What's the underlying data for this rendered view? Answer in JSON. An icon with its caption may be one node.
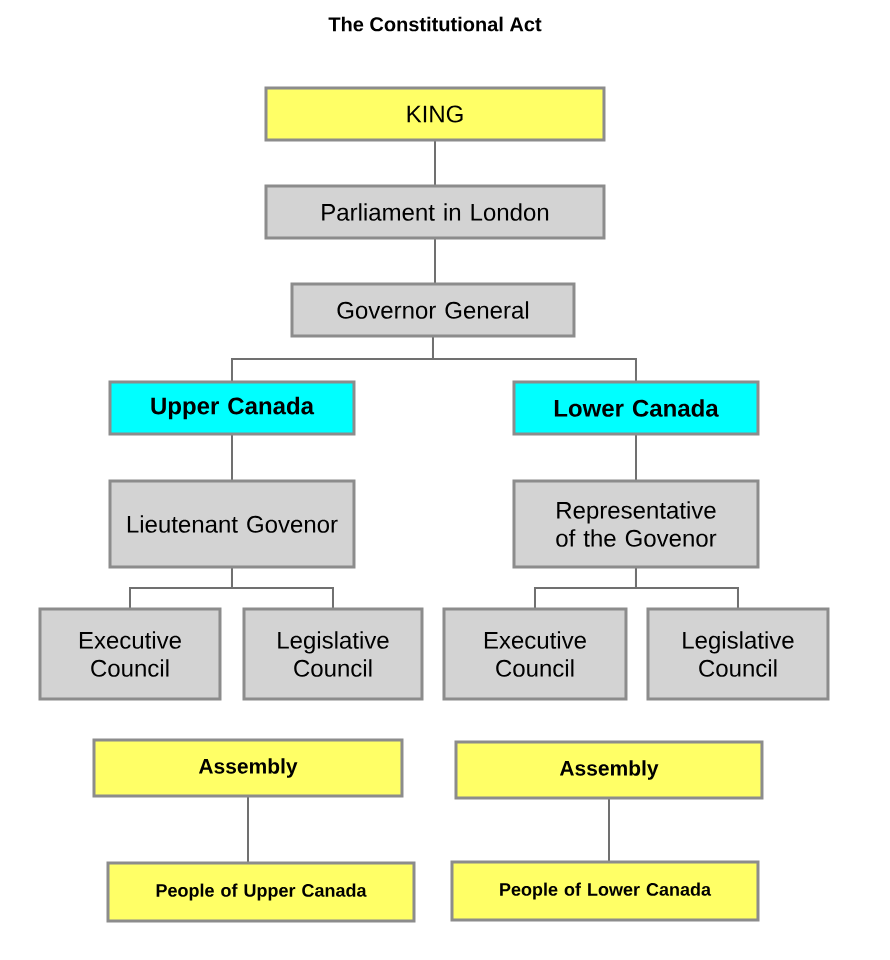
{
  "diagram": {
    "title": "The Constitutional Act",
    "nodes": [
      {
        "text": [
          "KING"
        ]
      },
      {
        "text": [
          "Parliament in London"
        ]
      },
      {
        "text": [
          "Governor General"
        ]
      },
      {
        "text": [
          "Upper Canada"
        ]
      },
      {
        "text": [
          "Lower Canada"
        ]
      },
      {
        "text": [
          "Lieutenant Govenor"
        ]
      },
      {
        "text": [
          "Representative of the Govenor"
        ]
      },
      {
        "text": [
          "Executive Council"
        ]
      },
      {
        "text": [
          "Legislative Council"
        ]
      },
      {
        "text": [
          "Executive Council"
        ]
      },
      {
        "text": [
          "Legislative Council"
        ]
      },
      {
        "text": [
          "Assembly"
        ]
      },
      {
        "text": [
          "People of Upper Canada"
        ]
      },
      {
        "text": [
          "Assembly"
        ]
      },
      {
        "text": [
          "People of Lower Canada"
        ]
      }
    ],
    "edges": [
      {
        "from": 0,
        "to": 1,
        "arrow": "none"
      },
      {
        "from": 1,
        "to": 2,
        "arrow": "none"
      },
      {
        "from": 2,
        "to": 3,
        "arrow": "none"
      },
      {
        "from": 2,
        "to": 4,
        "arrow": "none"
      },
      {
        "from": 3,
        "to": 5,
        "arrow": "none"
      },
      {
        "from": 4,
        "to": 6,
        "arrow": "none"
      },
      {
        "from": 5,
        "to": 7,
        "arrow": "none"
      },
      {
        "from": 5,
        "to": 8,
        "arrow": "none"
      },
      {
        "from": 6,
        "to": 9,
        "arrow": "none"
      },
      {
        "from": 6,
        "to": 10,
        "arrow": "none"
      },
      {
        "from": 11,
        "to": 12,
        "arrow": "none"
      },
      {
        "from": 13,
        "to": 14,
        "arrow": "none"
      }
    ]
  }
}
